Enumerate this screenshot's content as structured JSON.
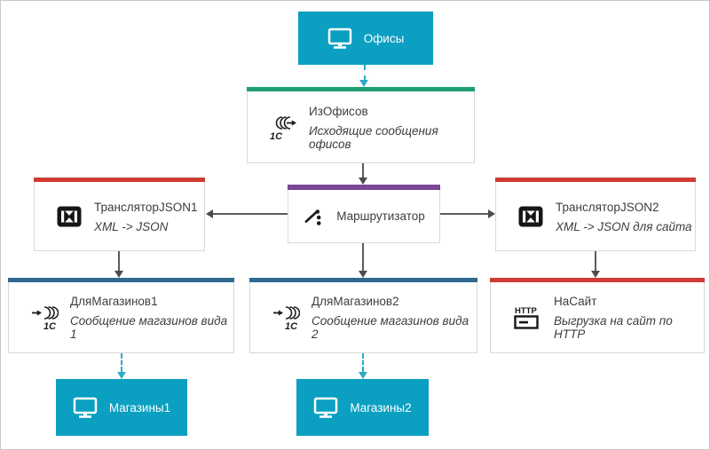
{
  "colors": {
    "endpoint": "#0b9fc1",
    "connector": "#5b5b5b",
    "connector_head": "#4c4c4c",
    "dashed_connector": "#2bacc9",
    "box_border": "#d9d9d9",
    "canvas_border": "#c9c9c9",
    "text": "#3d3d3d",
    "accent_green": "#1f9e78",
    "accent_purple": "#7c4795",
    "accent_red": "#d03b33",
    "accent_blue": "#31688f"
  },
  "nodes": {
    "ofisy": {
      "label": "Офисы",
      "icon": "monitor-icon"
    },
    "izofisov": {
      "title": "ИзОфисов",
      "subtitle": "Исходящие сообщения офисов",
      "icon": "1c-outgoing-message-icon",
      "accent": "#1f9e78"
    },
    "marshrutizator": {
      "title": "Маршрутизатор",
      "icon": "router-icon",
      "accent": "#7c4795"
    },
    "translator_json1": {
      "title": "ТрансляторJSON1",
      "subtitle": "XML -> JSON",
      "icon": "translator-icon",
      "accent": "#d03b33"
    },
    "translator_json2": {
      "title": "ТрансляторJSON2",
      "subtitle": "XML -> JSON для сайта",
      "icon": "translator-icon",
      "accent": "#d03b33"
    },
    "dlya_magazinov1": {
      "title": "ДляМагазинов1",
      "subtitle": "Сообщение магазинов вида 1",
      "icon": "1c-incoming-message-icon",
      "accent": "#31688f"
    },
    "dlya_magazinov2": {
      "title": "ДляМагазинов2",
      "subtitle": "Сообщение магазинов вида 2",
      "icon": "1c-incoming-message-icon",
      "accent": "#31688f"
    },
    "nasait": {
      "title": "НаСайт",
      "subtitle": "Выгрузка на сайт по HTTP",
      "icon": "http-icon",
      "accent": "#d03b33"
    },
    "magaziny1": {
      "label": "Магазины1",
      "icon": "monitor-icon"
    },
    "magaziny2": {
      "label": "Магазины2",
      "icon": "monitor-icon"
    }
  },
  "connections": [
    {
      "from": "Офисы",
      "to": "ИзОфисов",
      "style": "dashed"
    },
    {
      "from": "ИзОфисов",
      "to": "Маршрутизатор",
      "style": "solid"
    },
    {
      "from": "Маршрутизатор",
      "to": "ТрансляторJSON1",
      "style": "solid"
    },
    {
      "from": "Маршрутизатор",
      "to": "ТрансляторJSON2",
      "style": "solid"
    },
    {
      "from": "Маршрутизатор",
      "to": "ДляМагазинов2",
      "style": "solid"
    },
    {
      "from": "ТрансляторJSON1",
      "to": "ДляМагазинов1",
      "style": "solid"
    },
    {
      "from": "ТрансляторJSON2",
      "to": "НаСайт",
      "style": "solid"
    },
    {
      "from": "ДляМагазинов1",
      "to": "Магазины1",
      "style": "dashed"
    },
    {
      "from": "ДляМагазинов2",
      "to": "Магазины2",
      "style": "dashed"
    }
  ]
}
